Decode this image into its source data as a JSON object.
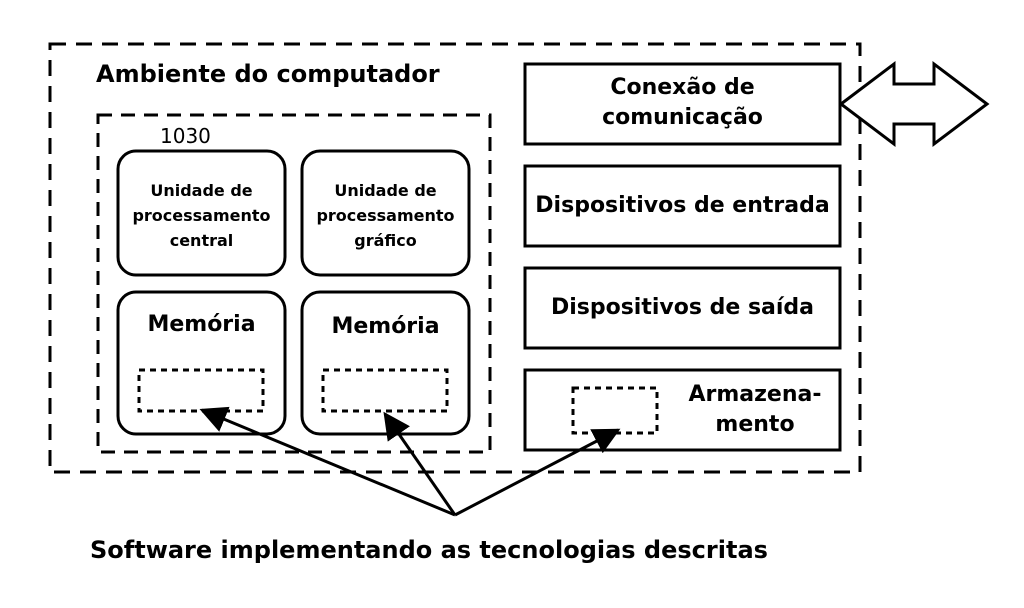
{
  "diagram": {
    "title": "Ambiente do computador",
    "processing_block_label": "1030",
    "cpu": {
      "label": "Unidade de processamento central"
    },
    "gpu": {
      "label": "Unidade de processamento gráfico"
    },
    "memory_left": {
      "label": "Memória"
    },
    "memory_right": {
      "label": "Memória"
    },
    "communication": {
      "label": "Conexão de comunicação"
    },
    "input_devices": {
      "label": "Dispositivos de entrada"
    },
    "output_devices": {
      "label": "Dispositivos de saída"
    },
    "storage": {
      "label": "Armazena- mento"
    },
    "software_caption": "Software implementando as tecnologias descritas"
  }
}
